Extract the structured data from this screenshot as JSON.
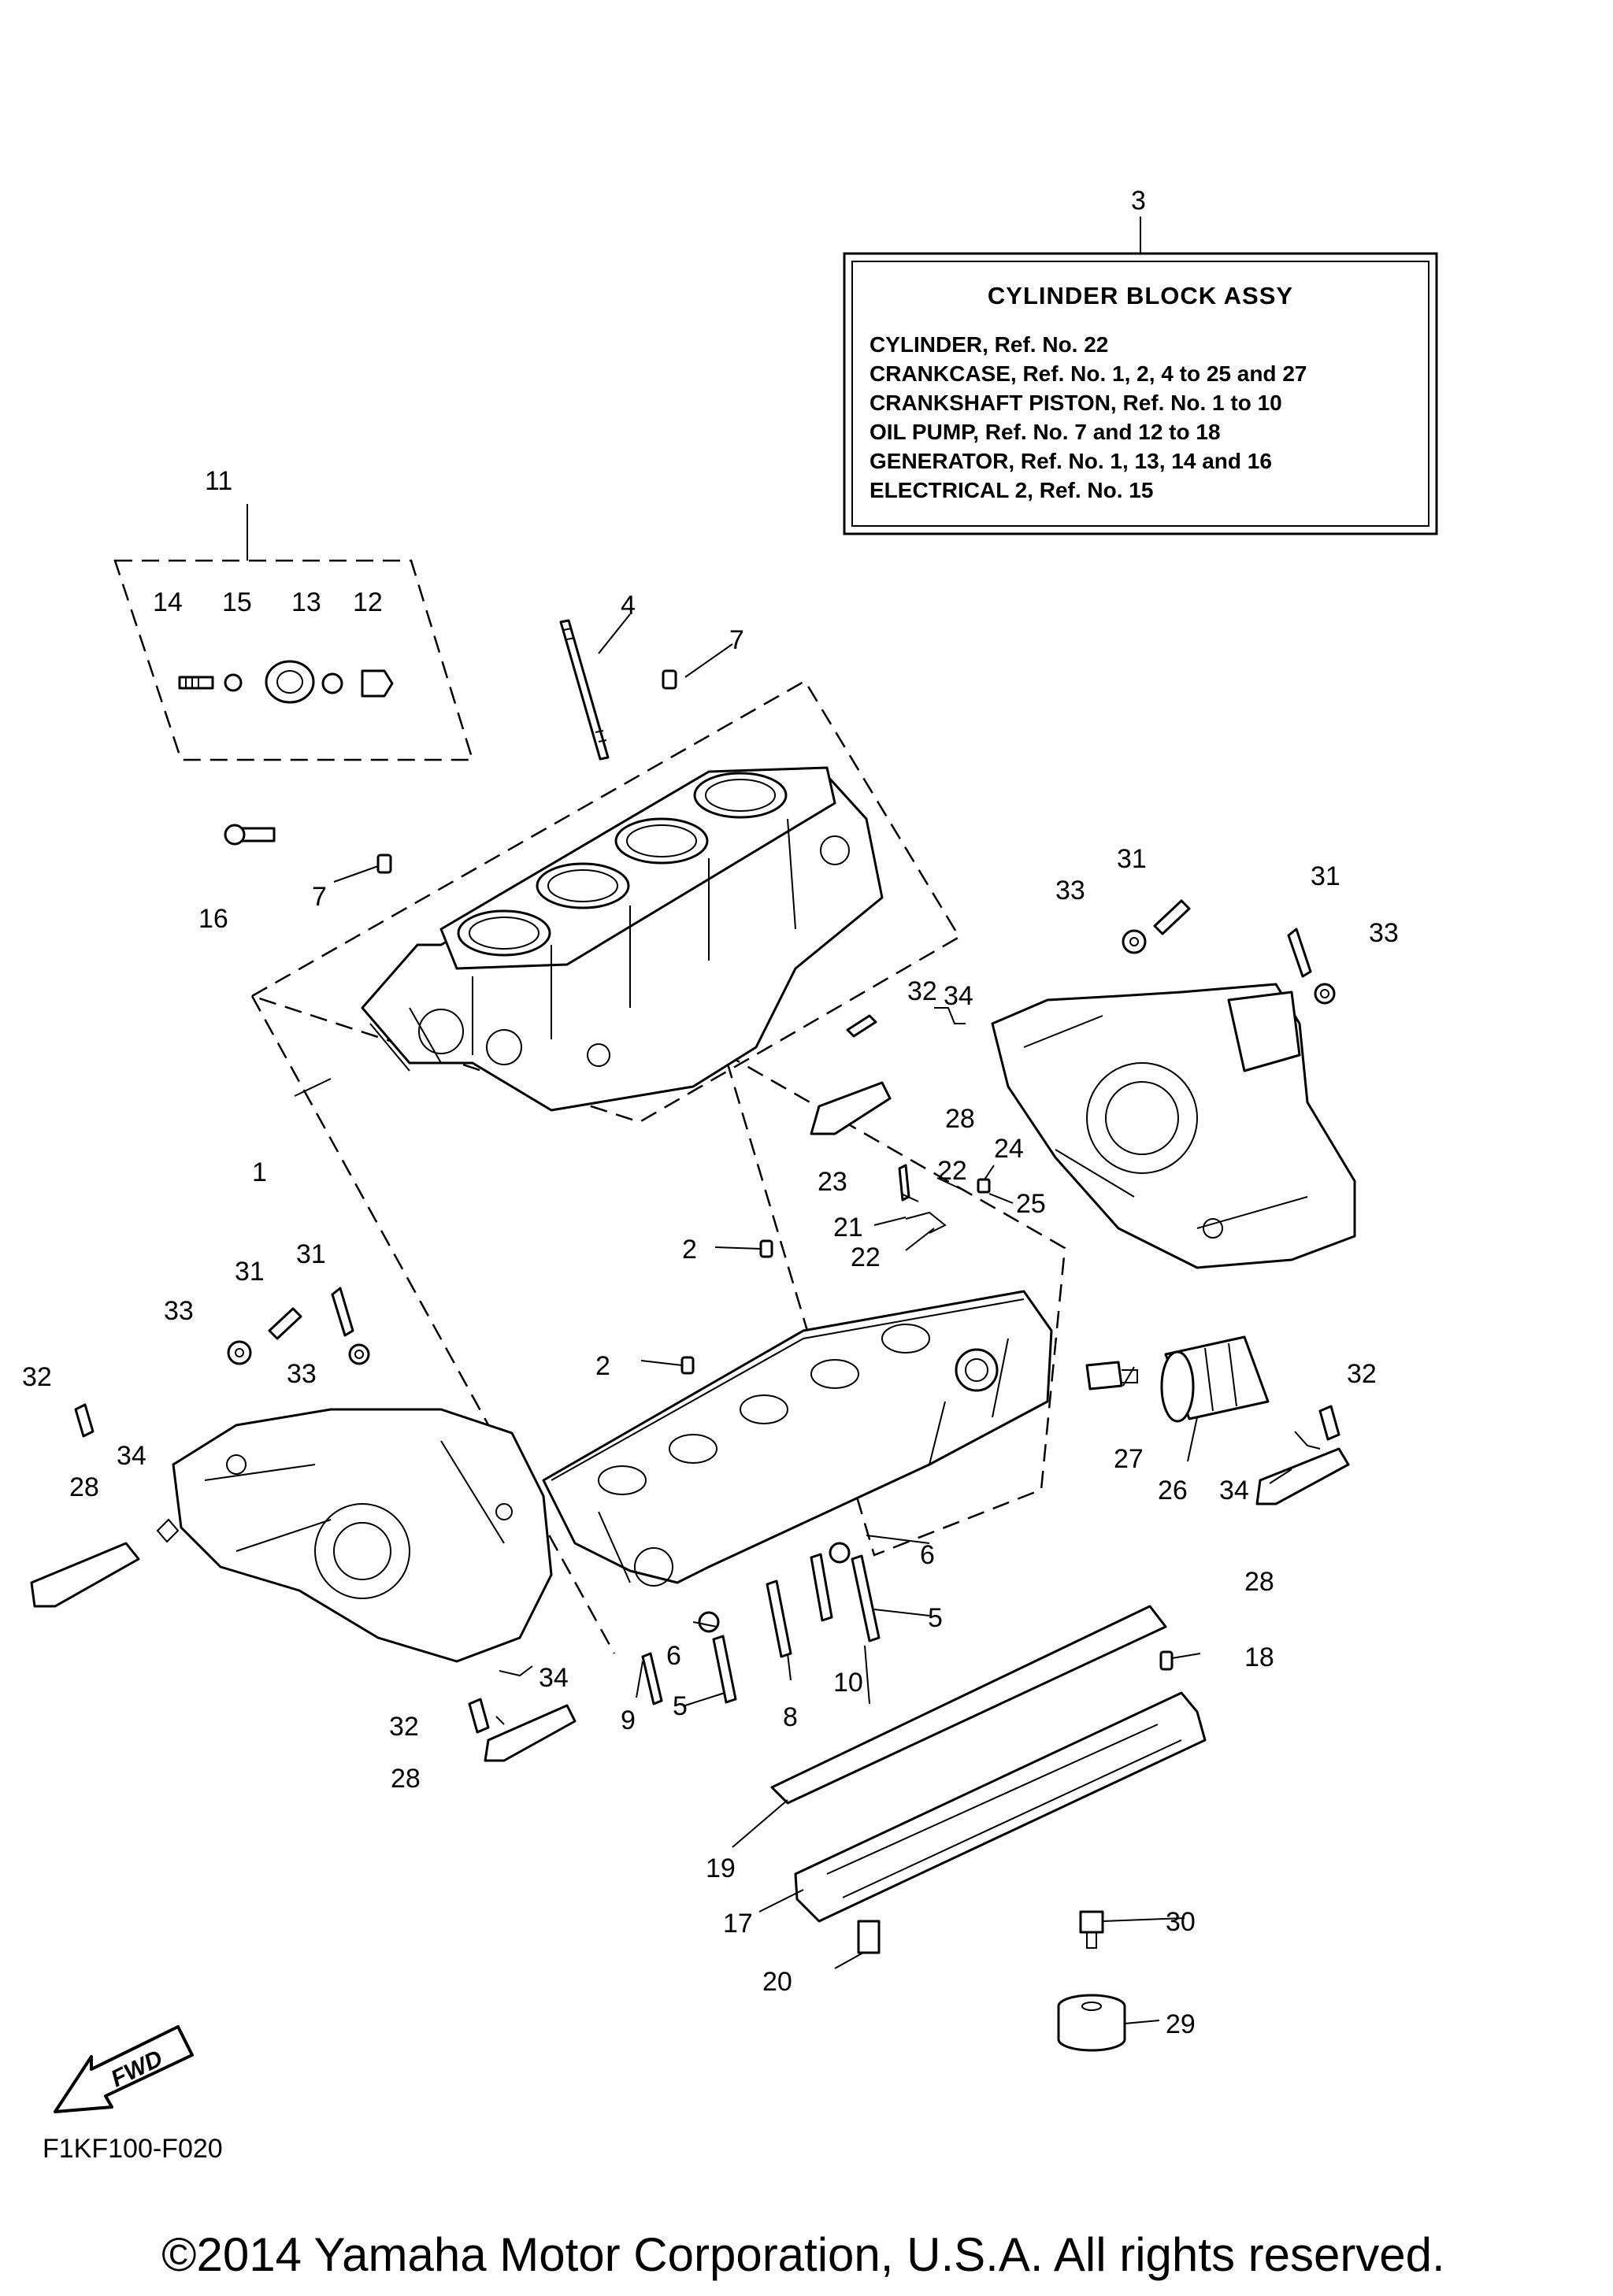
{
  "info_box": {
    "ref": "3",
    "title": "CYLINDER BLOCK ASSY",
    "lines": [
      "CYLINDER,  Ref. No. 22",
      "CRANKCASE,  Ref. No. 1, 2, 4 to 25 and 27",
      "CRANKSHAFT PISTON,  Ref. No. 1 to 10",
      "OIL PUMP,  Ref. No. 7 and 12 to 18",
      "GENERATOR,  Ref. No. 1, 13, 14 and 16",
      "ELECTRICAL 2, Ref. No. 15"
    ]
  },
  "callouts": {
    "c1": "1",
    "c2a": "2",
    "c2b": "2",
    "c4": "4",
    "c5a": "5",
    "c5b": "5",
    "c6a": "6",
    "c6b": "6",
    "c7a": "7",
    "c7b": "7",
    "c8": "8",
    "c9": "9",
    "c10": "10",
    "c11": "11",
    "c12": "12",
    "c13": "13",
    "c14": "14",
    "c15": "15",
    "c16": "16",
    "c17": "17",
    "c18": "18",
    "c19": "19",
    "c20": "20",
    "c21": "21",
    "c22a": "22",
    "c22b": "22",
    "c23": "23",
    "c24": "24",
    "c25": "25",
    "c26": "26",
    "c27": "27",
    "c28a": "28",
    "c28b": "28",
    "c28c": "28",
    "c28d": "28",
    "c29": "29",
    "c30": "30",
    "c31a": "31",
    "c31b": "31",
    "c31c": "31",
    "c31d": "31",
    "c32a": "32",
    "c32b": "32",
    "c32c": "32",
    "c32d": "32",
    "c33a": "33",
    "c33b": "33",
    "c33c": "33",
    "c33d": "33",
    "c34a": "34",
    "c34b": "34",
    "c34c": "34",
    "c34d": "34"
  },
  "fwd_label": "FWD",
  "diagram_code": "F1KF100-F020",
  "copyright": "©2014 Yamaha Motor Corporation, U.S.A. All rights reserved."
}
